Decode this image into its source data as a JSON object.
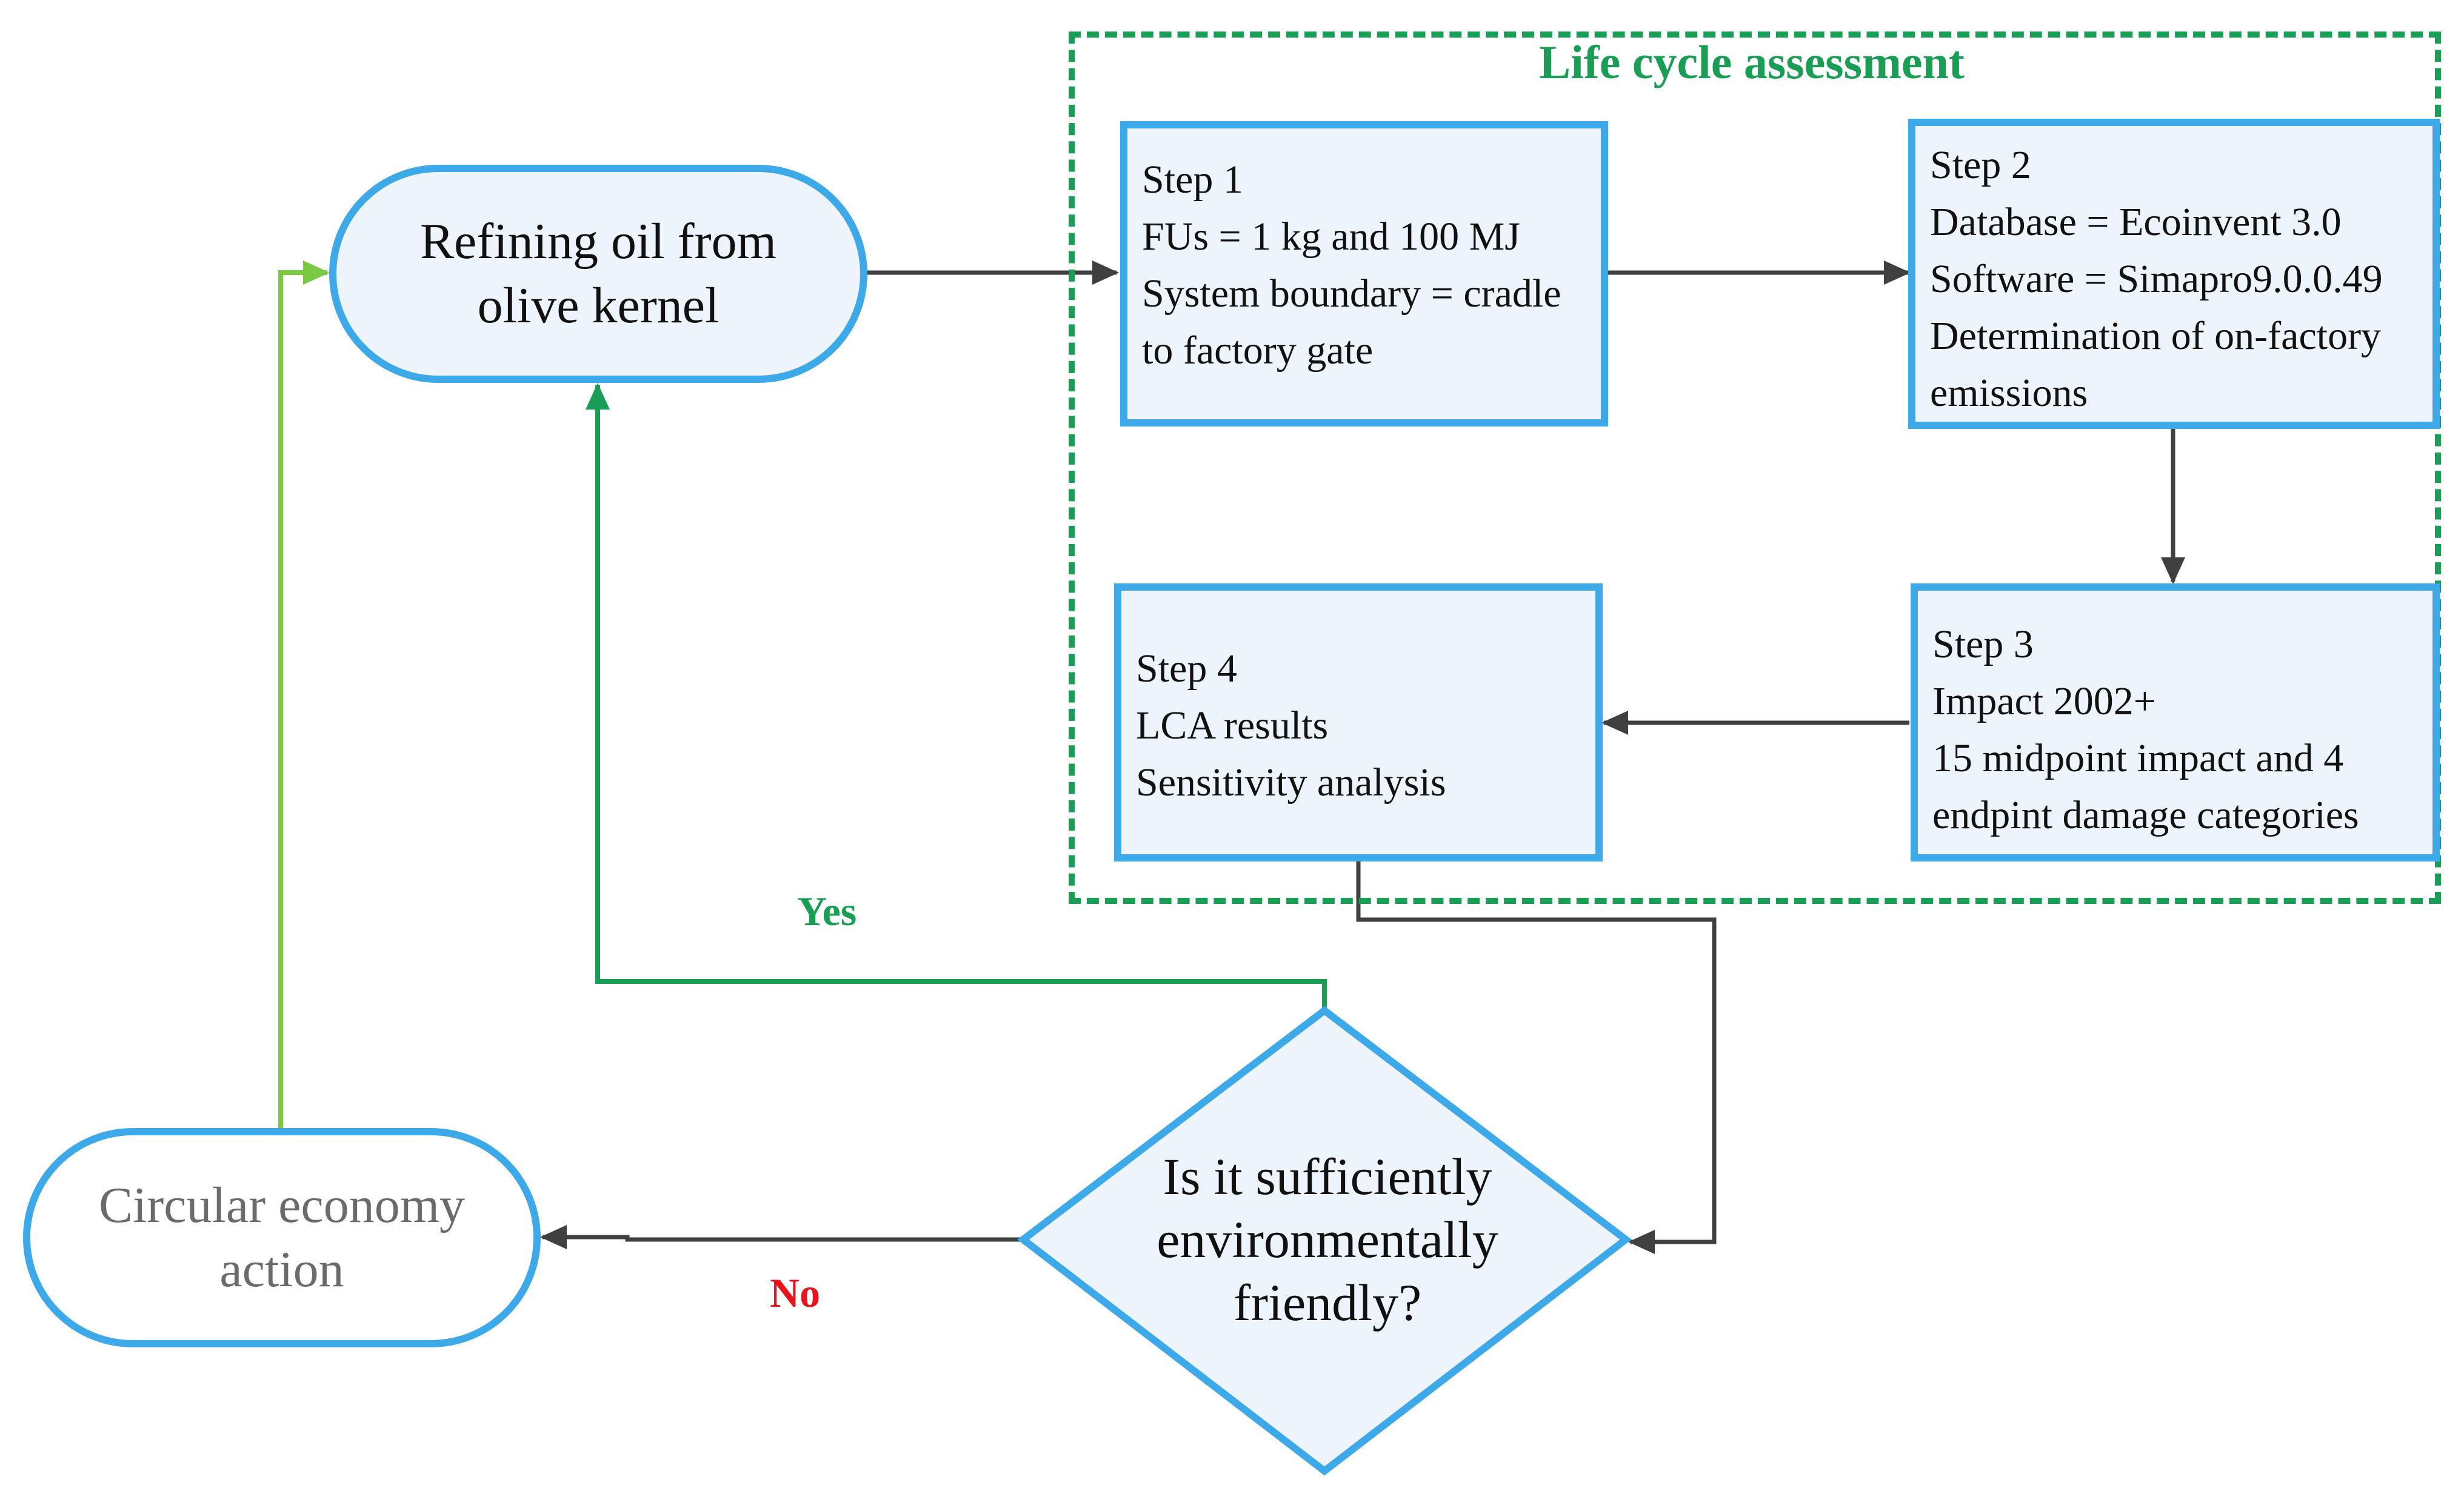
{
  "lca": {
    "title": "Life cycle assessment"
  },
  "refining": {
    "lines": [
      "Refining oil from",
      "olive kernel"
    ]
  },
  "step1": {
    "lines": [
      "Step 1",
      "FUs = 1 kg and 100 MJ",
      "System boundary = cradle",
      "to factory gate"
    ]
  },
  "step2": {
    "lines": [
      "Step 2",
      "Database = Ecoinvent 3.0",
      "Software = Simapro9.0.0.49",
      "Determination of on-factory",
      "emissions"
    ]
  },
  "step3": {
    "lines": [
      "Step 3",
      "Impact 2002+",
      "15 midpoint impact and 4",
      "endpint damage categories"
    ]
  },
  "step4": {
    "lines": [
      "Step 4",
      "LCA results",
      "Sensitivity analysis"
    ]
  },
  "decision": {
    "lines": [
      "Is it sufficiently",
      "environmentally",
      "friendly?"
    ]
  },
  "circular": {
    "lines": [
      "Circular economy",
      "action"
    ]
  },
  "edges": {
    "yes": "Yes",
    "no": "No"
  },
  "colors": {
    "box_border": "#3ea9e8",
    "box_fill": "#eef4fb",
    "lca_green": "#1a9e55",
    "yes_green": "#1a9e55",
    "return_green": "#7ac943",
    "no_red": "#e8141b",
    "arrow_gray": "#404040"
  }
}
